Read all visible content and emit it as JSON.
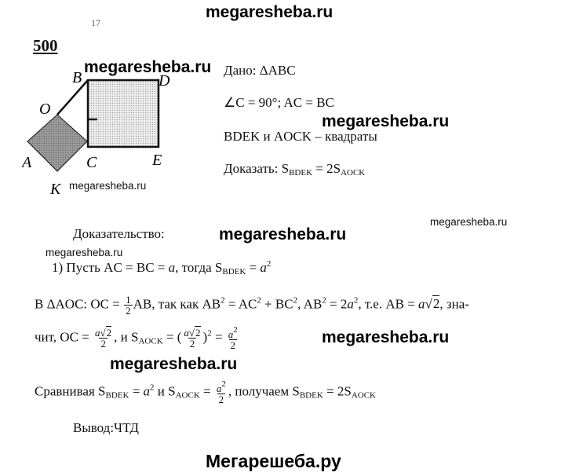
{
  "header": {
    "site": "megaresheba.ru"
  },
  "page_fragment": "17",
  "problem": {
    "number": "500"
  },
  "watermarks": [
    "megaresheba.ru",
    "megaresheba.ru",
    "megaresheba.ru",
    "megaresheba.ru",
    "megaresheba.ru",
    "megaresheba.ru",
    "megaresheba.ru",
    "megaresheba.ru"
  ],
  "figure": {
    "labels": {
      "B": "B",
      "D": "D",
      "O": "O",
      "A": "A",
      "C": "C",
      "E": "E",
      "K": "K"
    }
  },
  "given": {
    "line1": "Дано: ΔABC",
    "line2": "∠C = 90°; AC = BC",
    "line3": "BDEK и AOCK – квадраты",
    "line4_prefix": "Доказать: S",
    "sub_bdek": "BDEK",
    "eq2": " = 2S",
    "sub_aock": "AOCK"
  },
  "proof": {
    "title": "Доказательство:",
    "step1_prefix": "1)  Пусть AC = BC = ",
    "a": "a",
    "step1_mid": ", тогда S",
    "step1_eq": " = ",
    "two": "2",
    "line2_start": "В ΔAOC: OC = ",
    "one": "1",
    "line2_ab": "AB, так как AB",
    "line2_eq": " = AC",
    "line2_plus": " + BC",
    "line2_ab2": ", AB",
    "line2_eq2": " = 2",
    "line2_te": ", т.е. AB = ",
    "line2_end": ", зна-",
    "line3_start": "чит, OC = ",
    "line3_mid": ", и S",
    "line3_eq": " = (",
    "line3_close": ")",
    "line3_eq2": " = ",
    "line4_start": "Сравнивая S",
    "line4_and": " и S",
    "line4_get": ", получаем S",
    "line4_eq2": " = 2S",
    "conclusion": "Вывод:ЧТД"
  },
  "footer": {
    "site": "Мегарешеба.ру"
  }
}
